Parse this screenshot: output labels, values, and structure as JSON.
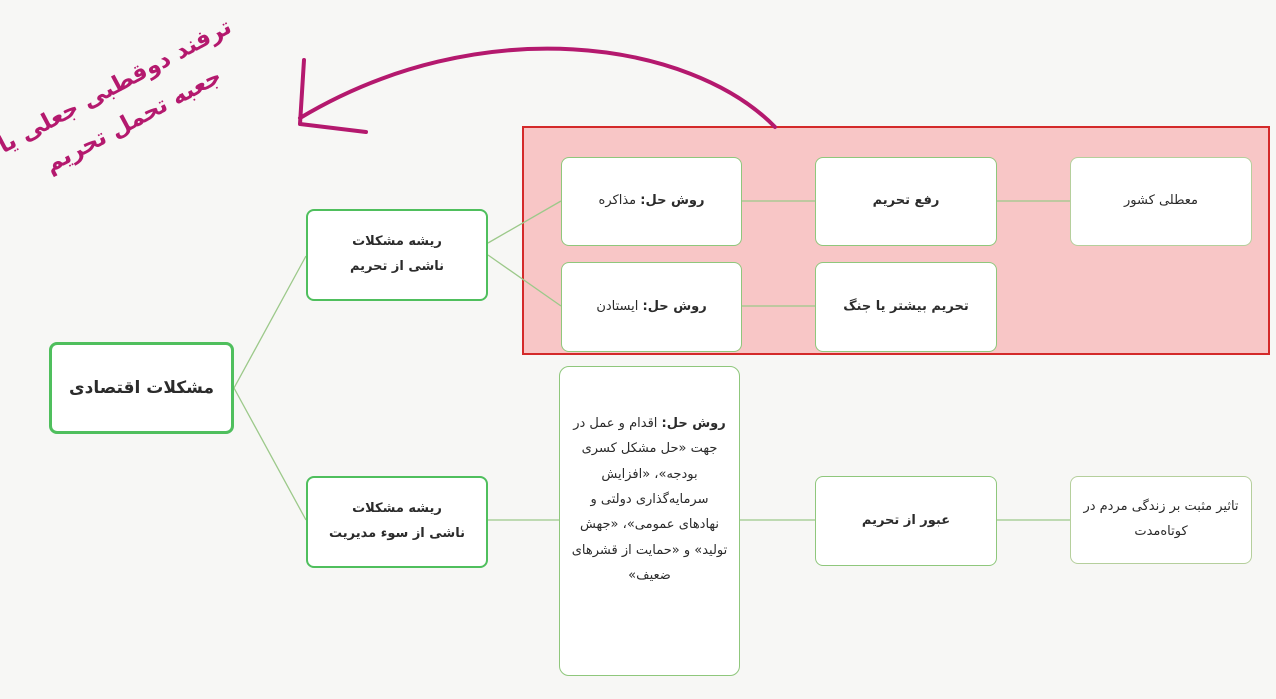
{
  "root": {
    "label": "مشکلات اقتصادی"
  },
  "roots": [
    {
      "line1": "ریشه مشکلات",
      "line2": "ناشی از تحریم"
    },
    {
      "line1": "ریشه مشکلات",
      "line2": "ناشی از سوء مدیریت"
    }
  ],
  "solutions": {
    "negotiation": {
      "prefix": "روش حل:",
      "text": "مذاکره"
    },
    "resistance": {
      "prefix": "روش حل:",
      "text": "ایستادن"
    },
    "action": {
      "prefix": "روش حل:",
      "text": "اقدام و عمل در جهت «حل مشکل کسری بودجه»، «افزایش سرمایه‌گذاری دولتی و نهادهای عمومی»، «جهش تولید» و «حمایت از قشرهای ضعیف»"
    }
  },
  "outcomes": {
    "lift": "رفع تحریم",
    "paralysis": "معطلی کشور",
    "escalation": "تحریم بیشتر یا جنگ",
    "bypass": "عبور از تحریم",
    "positive": "تاثیر مثبت بر زندگی مردم در کوتاه‌مدت"
  },
  "annotation": {
    "line1": "ترفند دوقطبی جعلی یا",
    "line2": "جعبه تحمل تحریم"
  },
  "colors": {
    "accent_green": "#4fbf5d",
    "highlight_red": "#d42a2a",
    "highlight_fill": "#f8c6c6",
    "arrow_magenta": "#b4196e"
  }
}
